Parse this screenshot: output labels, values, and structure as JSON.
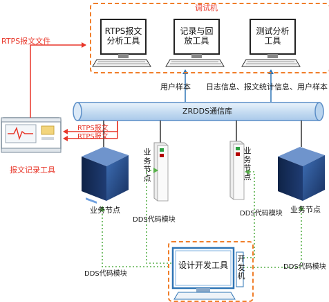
{
  "test_group": {
    "title": "调试机"
  },
  "tools": {
    "rtps_analysis": "RTPS报文分析工具",
    "record_replay": "记录与回放工具",
    "test_analysis": "测试分析工具",
    "design_dev": "设计开发工具",
    "packet_record": "报文记录工具"
  },
  "labels": {
    "rtps_file": "RTPS报文文件",
    "user_sample": "用户样本",
    "log_info": "日志信息、报文统计信息、用户样本",
    "bus": "ZRDDS通信库",
    "rtps_packet_1": "RTPS报文",
    "rtps_packet_2": "RTPS报文",
    "business_node_left": "业务节点",
    "business_node_right": "业务节点",
    "business_node_v1": "业务节点",
    "business_node_v2": "业务节点",
    "dds_module_1": "DDS代码模块",
    "dds_module_2": "DDS代码模块",
    "dds_module_3": "DDS代码模块",
    "dds_module_4": "DDS代码模块",
    "dev_machine": "开发机"
  },
  "colors": {
    "orange_border": "#f07e2a",
    "red_arrow": "#e8372a",
    "green_dotted": "#58b04a",
    "blue_arrow": "#2e74b5",
    "bus_fill": "#cfe3f5",
    "bus_stroke": "#5b8ec7",
    "server_blue": "#2a4f8f"
  }
}
